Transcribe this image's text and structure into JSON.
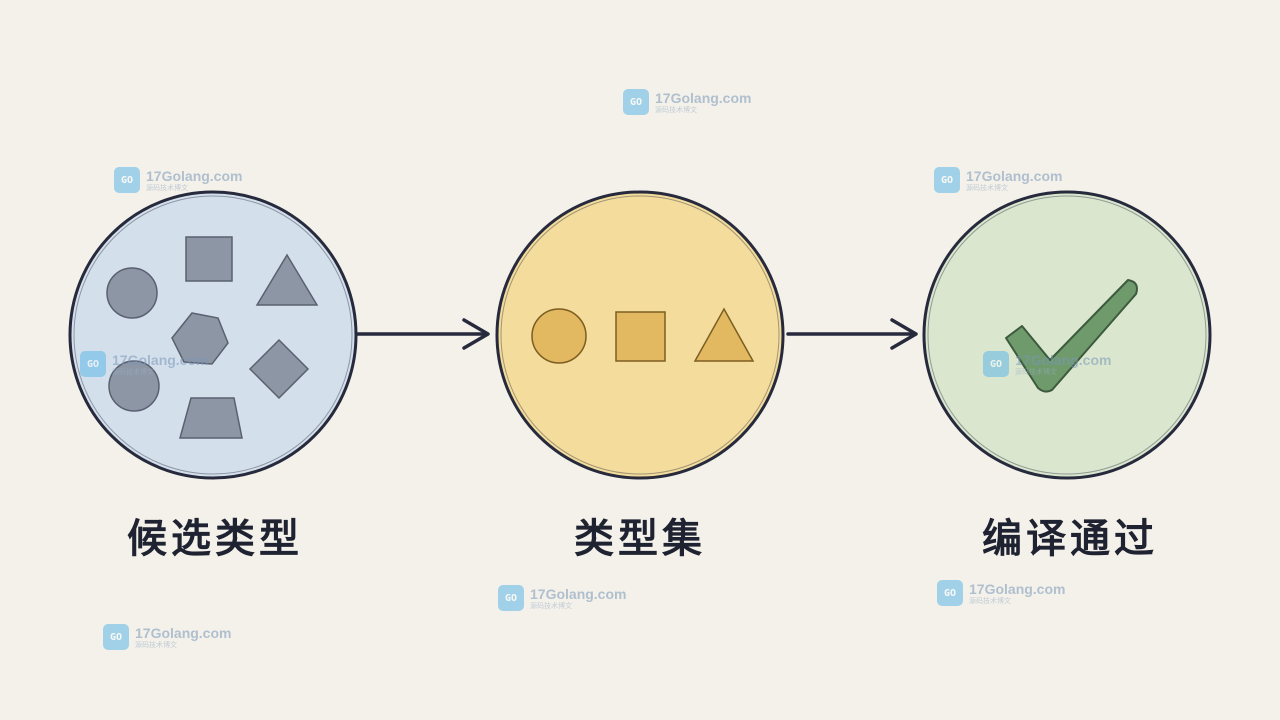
{
  "labels": {
    "candidate_types": "候选类型",
    "type_set": "类型集",
    "compile_pass": "编译通过"
  },
  "watermark": {
    "site": "17Golang.com",
    "logo_text": "GO",
    "subtitle": "源码技术博文"
  },
  "colors": {
    "background": "#f3f1ea",
    "outline": "#262a3c",
    "candidate_fill": "#d4dfec",
    "candidate_shape": "#8d96a5",
    "typeset_fill": "#f3dc9c",
    "typeset_shape": "#e2b860",
    "pass_fill": "#dbe6cf",
    "check": "#6e9a6c"
  },
  "icons": {
    "candidate_shapes": [
      "circle-icon",
      "square-icon",
      "triangle-icon",
      "hexagon-icon",
      "diamond-icon",
      "circle-icon",
      "trapezoid-icon"
    ],
    "typeset_shapes": [
      "circle-icon",
      "square-icon",
      "triangle-icon"
    ],
    "result": "checkmark-icon",
    "connectors": [
      "arrow-right-icon",
      "arrow-right-icon"
    ]
  }
}
